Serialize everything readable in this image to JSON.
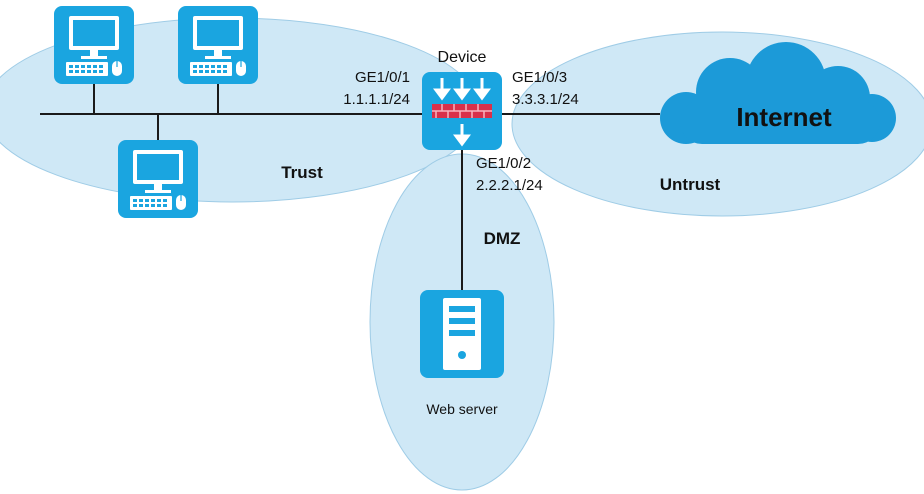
{
  "device": {
    "label": "Device"
  },
  "interfaces": [
    {
      "name": "GE1/0/1",
      "ip": "1.1.1.1/24"
    },
    {
      "name": "GE1/0/3",
      "ip": "3.3.3.1/24"
    },
    {
      "name": "GE1/0/2",
      "ip": "2.2.2.1/24"
    }
  ],
  "zones": {
    "trust": "Trust",
    "untrust": "Untrust",
    "dmz": "DMZ"
  },
  "cloud": {
    "label": "Internet"
  },
  "server": {
    "label": "Web server"
  },
  "colors": {
    "zone_fill": "#cfe8f6",
    "zone_stroke": "#9fcce6",
    "icon_blue": "#1aa5e0",
    "cloud_blue": "#1c9ad8",
    "line": "#1a1a1a",
    "firewall_red": "#d9304a"
  },
  "icons": {
    "pc": "desktop-computer-icon",
    "firewall": "firewall-icon",
    "cloud": "cloud-icon",
    "server": "server-icon"
  }
}
